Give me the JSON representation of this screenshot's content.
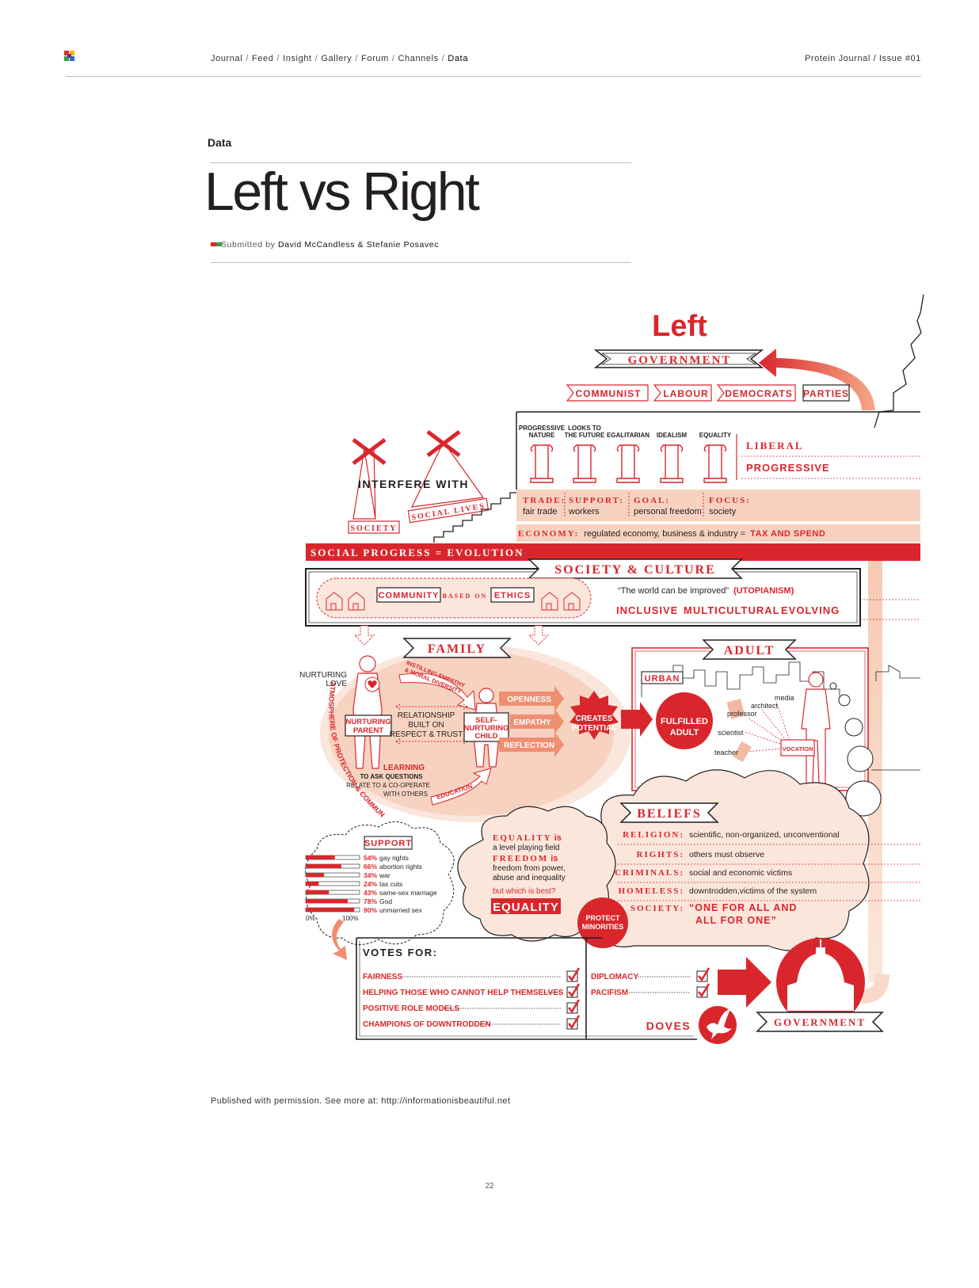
{
  "header": {
    "breadcrumb": [
      {
        "label": "Journal"
      },
      {
        "label": "Feed"
      },
      {
        "label": "Insight"
      },
      {
        "label": "Gallery"
      },
      {
        "label": "Forum"
      },
      {
        "label": "Channels"
      },
      {
        "label": "Data"
      }
    ],
    "issue": "Protein Journal / Issue #01"
  },
  "article": {
    "section": "Data",
    "title": "Left vs Right",
    "submitted_prefix": "Submitted by",
    "authors": "David McCandless & Stefanie Posavec",
    "footnote": "Published with permission. See more at: http://informationisbeautiful.net",
    "page_number": "22"
  },
  "colors": {
    "accent": "#d9262c",
    "pink": "#f7d2c0",
    "pale": "#fbe6dc",
    "ink": "#231f20"
  },
  "infographic": {
    "heading": "Left",
    "government": "GOVERNMENT",
    "parties": [
      "COMMUNIST",
      "LABOUR",
      "DEMOCRATS"
    ],
    "parties_label": "PARTIES",
    "pillars": [
      {
        "line1": "PROGRESSIVE",
        "line2": "NATURE"
      },
      {
        "line1": "LOOKS TO",
        "line2": "THE FUTURE"
      },
      {
        "line1": "EGALITARIAN",
        "line2": ""
      },
      {
        "line1": "IDEALISM",
        "line2": ""
      },
      {
        "line1": "EQUALITY",
        "line2": ""
      }
    ],
    "liberal": "LIBERAL",
    "progressive": "PROGRESSIVE",
    "interfere": "INTERFERE WITH",
    "society": "SOCIETY",
    "social_lives": "SOCIAL LIVES",
    "values": [
      {
        "key": "TRADE:",
        "val": "fair trade"
      },
      {
        "key": "SUPPORT:",
        "val": "workers"
      },
      {
        "key": "GOAL:",
        "val": "personal freedom"
      },
      {
        "key": "FOCUS:",
        "val": "society"
      }
    ],
    "economy_key": "ECONOMY:",
    "economy_val": "regulated economy, business & industry =",
    "economy_emph": "TAX AND SPEND",
    "social_progress": "SOCIAL PROGRESS = EVOLUTION",
    "society_culture": "SOCIETY & CULTURE",
    "community": "COMMUNITY",
    "based_on": "BASED ON",
    "ethics": "ETHICS",
    "quote": "“The world can be improved”",
    "utopianism": "(UTOPIANISM)",
    "culture_words": [
      "INCLUSIVE",
      "MULTICULTURAL",
      "EVOLVING"
    ],
    "family": "FAMILY",
    "nurturing_love": [
      "NURTURING",
      "LOVE"
    ],
    "instilling": [
      "INSTILLING EMPATHY",
      "& MORAL DIVERSITY"
    ],
    "nurturing_parent": [
      "NURTURING",
      "PARENT"
    ],
    "relationship": [
      "RELATIONSHIP",
      "BUILT ON",
      "RESPECT & TRUST"
    ],
    "child": [
      "SELF-",
      "NURTURING",
      "CHILD"
    ],
    "traits": [
      "OPENNESS",
      "EMPATHY",
      "REFLECTION"
    ],
    "creates_potential": [
      "CREATES",
      "POTENTIAL"
    ],
    "learning": "LEARNING",
    "learning_sub": [
      "TO ASK QUESTIONS",
      "RELATE TO & CO-OPERATE",
      "WITH OTHERS"
    ],
    "education": "EDUCATION",
    "atmosphere": "ATMOSPHERE OF PROTECTION & COMMUNICATION",
    "adult": "ADULT",
    "urban": "URBAN",
    "fulfilled_adult": [
      "FULFILLED",
      "ADULT"
    ],
    "professions": [
      "media",
      "architect",
      "professor",
      "scientist",
      "teacher"
    ],
    "vocation": "VOCATION",
    "support": "SUPPORT",
    "support_items": [
      {
        "pct": "54%",
        "label": "gay rights",
        "value": 54
      },
      {
        "pct": "66%",
        "label": "abortion rights",
        "value": 66
      },
      {
        "pct": "34%",
        "label": "war",
        "value": 34
      },
      {
        "pct": "24%",
        "label": "tax cuts",
        "value": 24
      },
      {
        "pct": "43%",
        "label": "same-sex marriage",
        "value": 43
      },
      {
        "pct": "78%",
        "label": "God",
        "value": 78
      },
      {
        "pct": "90%",
        "label": "unmarried sex",
        "value": 90
      }
    ],
    "axis_min": "0%",
    "axis_max": "100%",
    "equality_word": "EQUALITY",
    "is_word": "is",
    "equality_def": "a level playing field",
    "freedom_word": "FREEDOM",
    "freedom_def": [
      "freedom from power,",
      "abuse and inequality"
    ],
    "which_best": "but which is best?",
    "equality_answer": "EQUALITY",
    "protect": [
      "PROTECT",
      "MINORITIES"
    ],
    "beliefs": "BELIEFS",
    "belief_items": [
      {
        "key": "RELIGION:",
        "val": "scientific, non-organized, unconventional"
      },
      {
        "key": "RIGHTS:",
        "val": "others must observe"
      },
      {
        "key": "CRIMINALS:",
        "val": "social and economic victims"
      },
      {
        "key": "HOMELESS:",
        "val": "downtrodden,victims of the system"
      }
    ],
    "society_key": "SOCIETY:",
    "society_motto": [
      "“ONE FOR ALL AND",
      "ALL FOR ONE”"
    ],
    "votes_for": "VOTES FOR:",
    "votes_left": [
      "FAIRNESS",
      "HELPING THOSE WHO CANNOT HELP THEMSELVES",
      "POSITIVE ROLE MODELS",
      "CHAMPIONS OF DOWNTRODDEN"
    ],
    "votes_right": [
      "DIPLOMACY",
      "PACIFISM"
    ],
    "doves": "DOVES",
    "government_bottom": "GOVERNMENT"
  }
}
